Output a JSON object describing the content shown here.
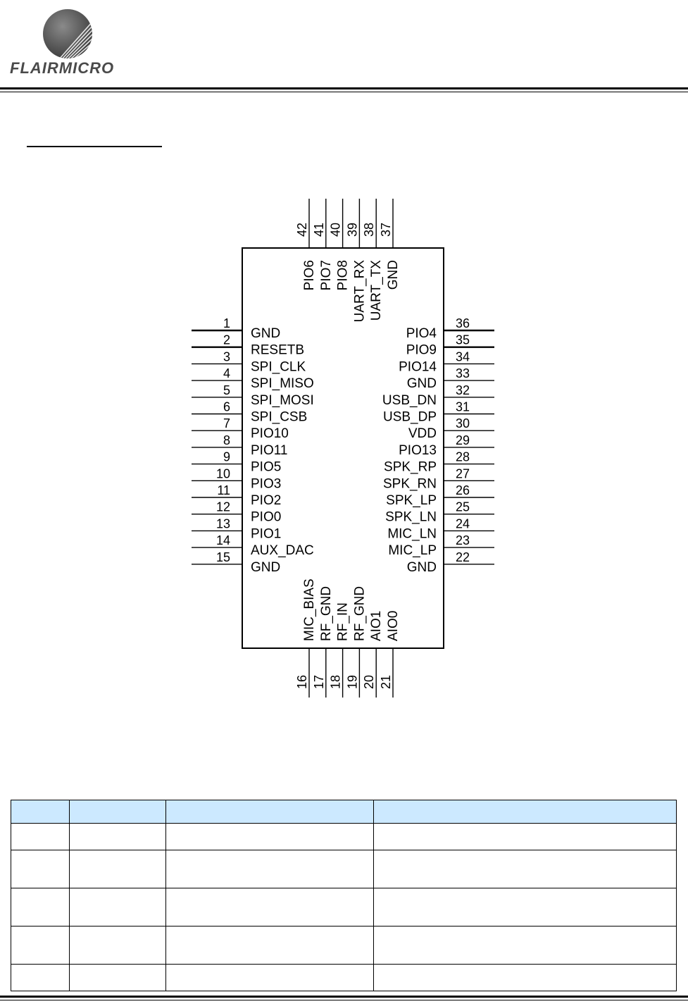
{
  "header": {
    "logo_text": "FLAIRMICRO"
  },
  "chip": {
    "left_pins": [
      {
        "number": "1",
        "name": "GND"
      },
      {
        "number": "2",
        "name": "RESETB"
      },
      {
        "number": "3",
        "name": "SPI_CLK"
      },
      {
        "number": "4",
        "name": "SPI_MISO"
      },
      {
        "number": "5",
        "name": "SPI_MOSI"
      },
      {
        "number": "6",
        "name": "SPI_CSB"
      },
      {
        "number": "7",
        "name": "PIO10"
      },
      {
        "number": "8",
        "name": "PIO11"
      },
      {
        "number": "9",
        "name": "PIO5"
      },
      {
        "number": "10",
        "name": "PIO3"
      },
      {
        "number": "11",
        "name": "PIO2"
      },
      {
        "number": "12",
        "name": "PIO0"
      },
      {
        "number": "13",
        "name": "PIO1"
      },
      {
        "number": "14",
        "name": "AUX_DAC"
      },
      {
        "number": "15",
        "name": "GND"
      }
    ],
    "right_pins": [
      {
        "number": "36",
        "name": "PIO4"
      },
      {
        "number": "35",
        "name": "PIO9"
      },
      {
        "number": "34",
        "name": "PIO14"
      },
      {
        "number": "33",
        "name": "GND"
      },
      {
        "number": "32",
        "name": "USB_DN"
      },
      {
        "number": "31",
        "name": "USB_DP"
      },
      {
        "number": "30",
        "name": "VDD"
      },
      {
        "number": "29",
        "name": "PIO13"
      },
      {
        "number": "28",
        "name": "SPK_RP"
      },
      {
        "number": "27",
        "name": "SPK_RN"
      },
      {
        "number": "26",
        "name": "SPK_LP"
      },
      {
        "number": "25",
        "name": "SPK_LN"
      },
      {
        "number": "24",
        "name": "MIC_LN"
      },
      {
        "number": "23",
        "name": "MIC_LP"
      },
      {
        "number": "22",
        "name": "GND"
      }
    ],
    "top_pins": [
      {
        "number": "42",
        "name": "PIO6"
      },
      {
        "number": "41",
        "name": "PIO7"
      },
      {
        "number": "40",
        "name": "PIO8"
      },
      {
        "number": "39",
        "name": "UART_RX"
      },
      {
        "number": "38",
        "name": "UART_TX"
      },
      {
        "number": "37",
        "name": "GND"
      }
    ],
    "bottom_pins": [
      {
        "number": "16",
        "name": "MIC_BIAS"
      },
      {
        "number": "17",
        "name": "RF_GND"
      },
      {
        "number": "18",
        "name": "RF_IN"
      },
      {
        "number": "19",
        "name": "RF_GND"
      },
      {
        "number": "20",
        "name": "AIO1"
      },
      {
        "number": "21",
        "name": "AIO0"
      }
    ]
  },
  "table": {
    "headers": [
      "",
      "",
      "",
      ""
    ],
    "rows": [
      [
        "",
        "",
        "",
        ""
      ],
      [
        "",
        "",
        "",
        ""
      ],
      [
        "",
        "",
        "",
        ""
      ],
      [
        "",
        "",
        "",
        ""
      ],
      [
        "",
        "",
        "",
        ""
      ]
    ]
  }
}
